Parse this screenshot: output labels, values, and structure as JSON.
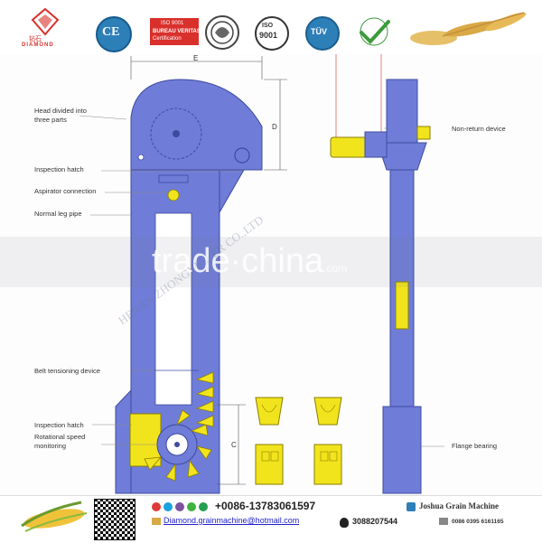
{
  "header": {
    "brand_chinese": "钻石",
    "brand_name": "DIAMOND",
    "ce_mark": "CE",
    "bv_line1": "ISO 9001",
    "bv_line2": "BUREAU VERITAS",
    "bv_line3": "Certification",
    "iso_mark": "ISO",
    "iso_number": "9001",
    "tuv_mark": "TÜV"
  },
  "diagram": {
    "labels": {
      "head": "Head divided into",
      "head2": "three parts",
      "inspection_hatch_top": "Inspection hatch",
      "aspirator": "Aspirator connection",
      "leg_pipe": "Normal leg pipe",
      "belt_tensioning": "Belt tensioning device",
      "inspection_hatch_bottom": "Inspection hatch",
      "rotational_speed": "Rotational speed",
      "rotational_speed2": "monitoring",
      "non_return": "Non-return device",
      "flange_bearing": "Flange bearing"
    },
    "dimensions": {
      "e": "E",
      "d": "D",
      "c": "C"
    },
    "watermark_main": "trade china",
    "watermark_main_part1": "trade",
    "watermark_main_part2": "china",
    "watermark_main_suffix": ".com",
    "watermark_company": "HENAN ZHONGYU... ER CO.,LTD",
    "colors": {
      "body": "#6f7dd8",
      "motor": "#f2e41c",
      "outline": "#3d4aa0"
    }
  },
  "footer": {
    "phone": "+0086-13783061597",
    "company": "Joshua Grain Machine",
    "email": "Diamond.grainmachine@hotmail.com",
    "qq": "3088207544",
    "fax": "0086 0395 6161165"
  }
}
